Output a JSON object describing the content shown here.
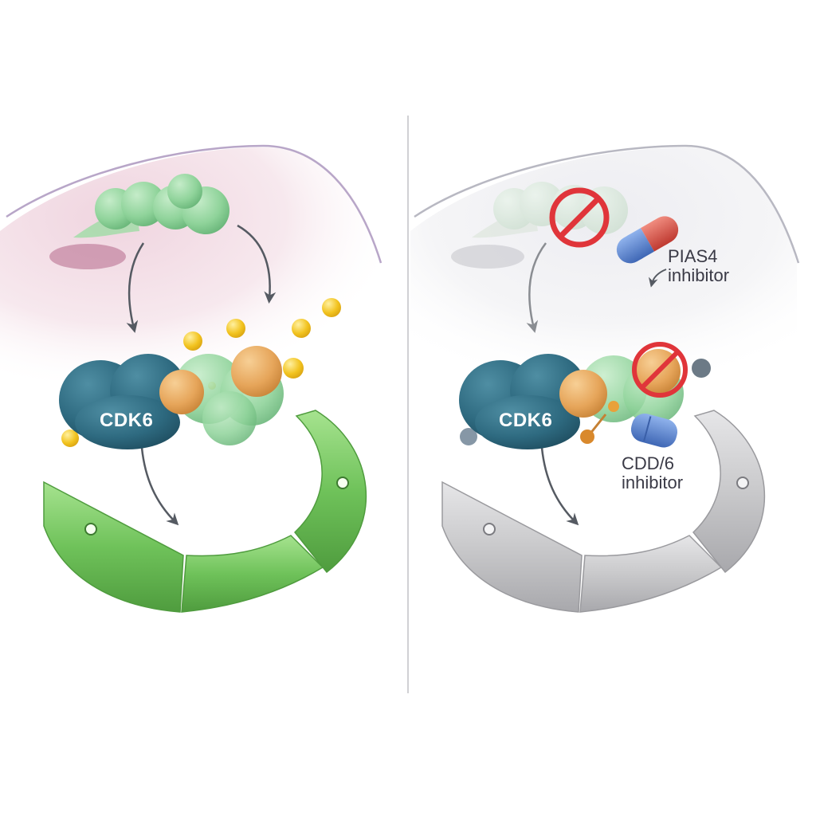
{
  "left_panel": {
    "state": "active",
    "protein_label": "CDK6",
    "ring_color": "#6fc25a",
    "cell_tint": "#f3d9e3"
  },
  "right_panel": {
    "state": "inhibited",
    "protein_label": "CDK6",
    "ring_color": "#c9c9cb",
    "pias4_label": [
      "PIAS4",
      "inhibitor"
    ],
    "cdk_inhibitor_label": [
      "CDD/6",
      "inhibitor"
    ],
    "prohibition_color": "#e0353a"
  },
  "colors": {
    "cdk6_protein": "#2e6a80",
    "green_complex": "#8fd39a",
    "orange_ball": "#e6a55a",
    "yellow_dot": "#f2c31f",
    "pill_blue": "#4c79c9",
    "pill_red": "#d2453d",
    "divider": "#c2c2c6"
  },
  "icons": [
    "arrow-icon",
    "prohibition-icon",
    "capsule-icon"
  ]
}
